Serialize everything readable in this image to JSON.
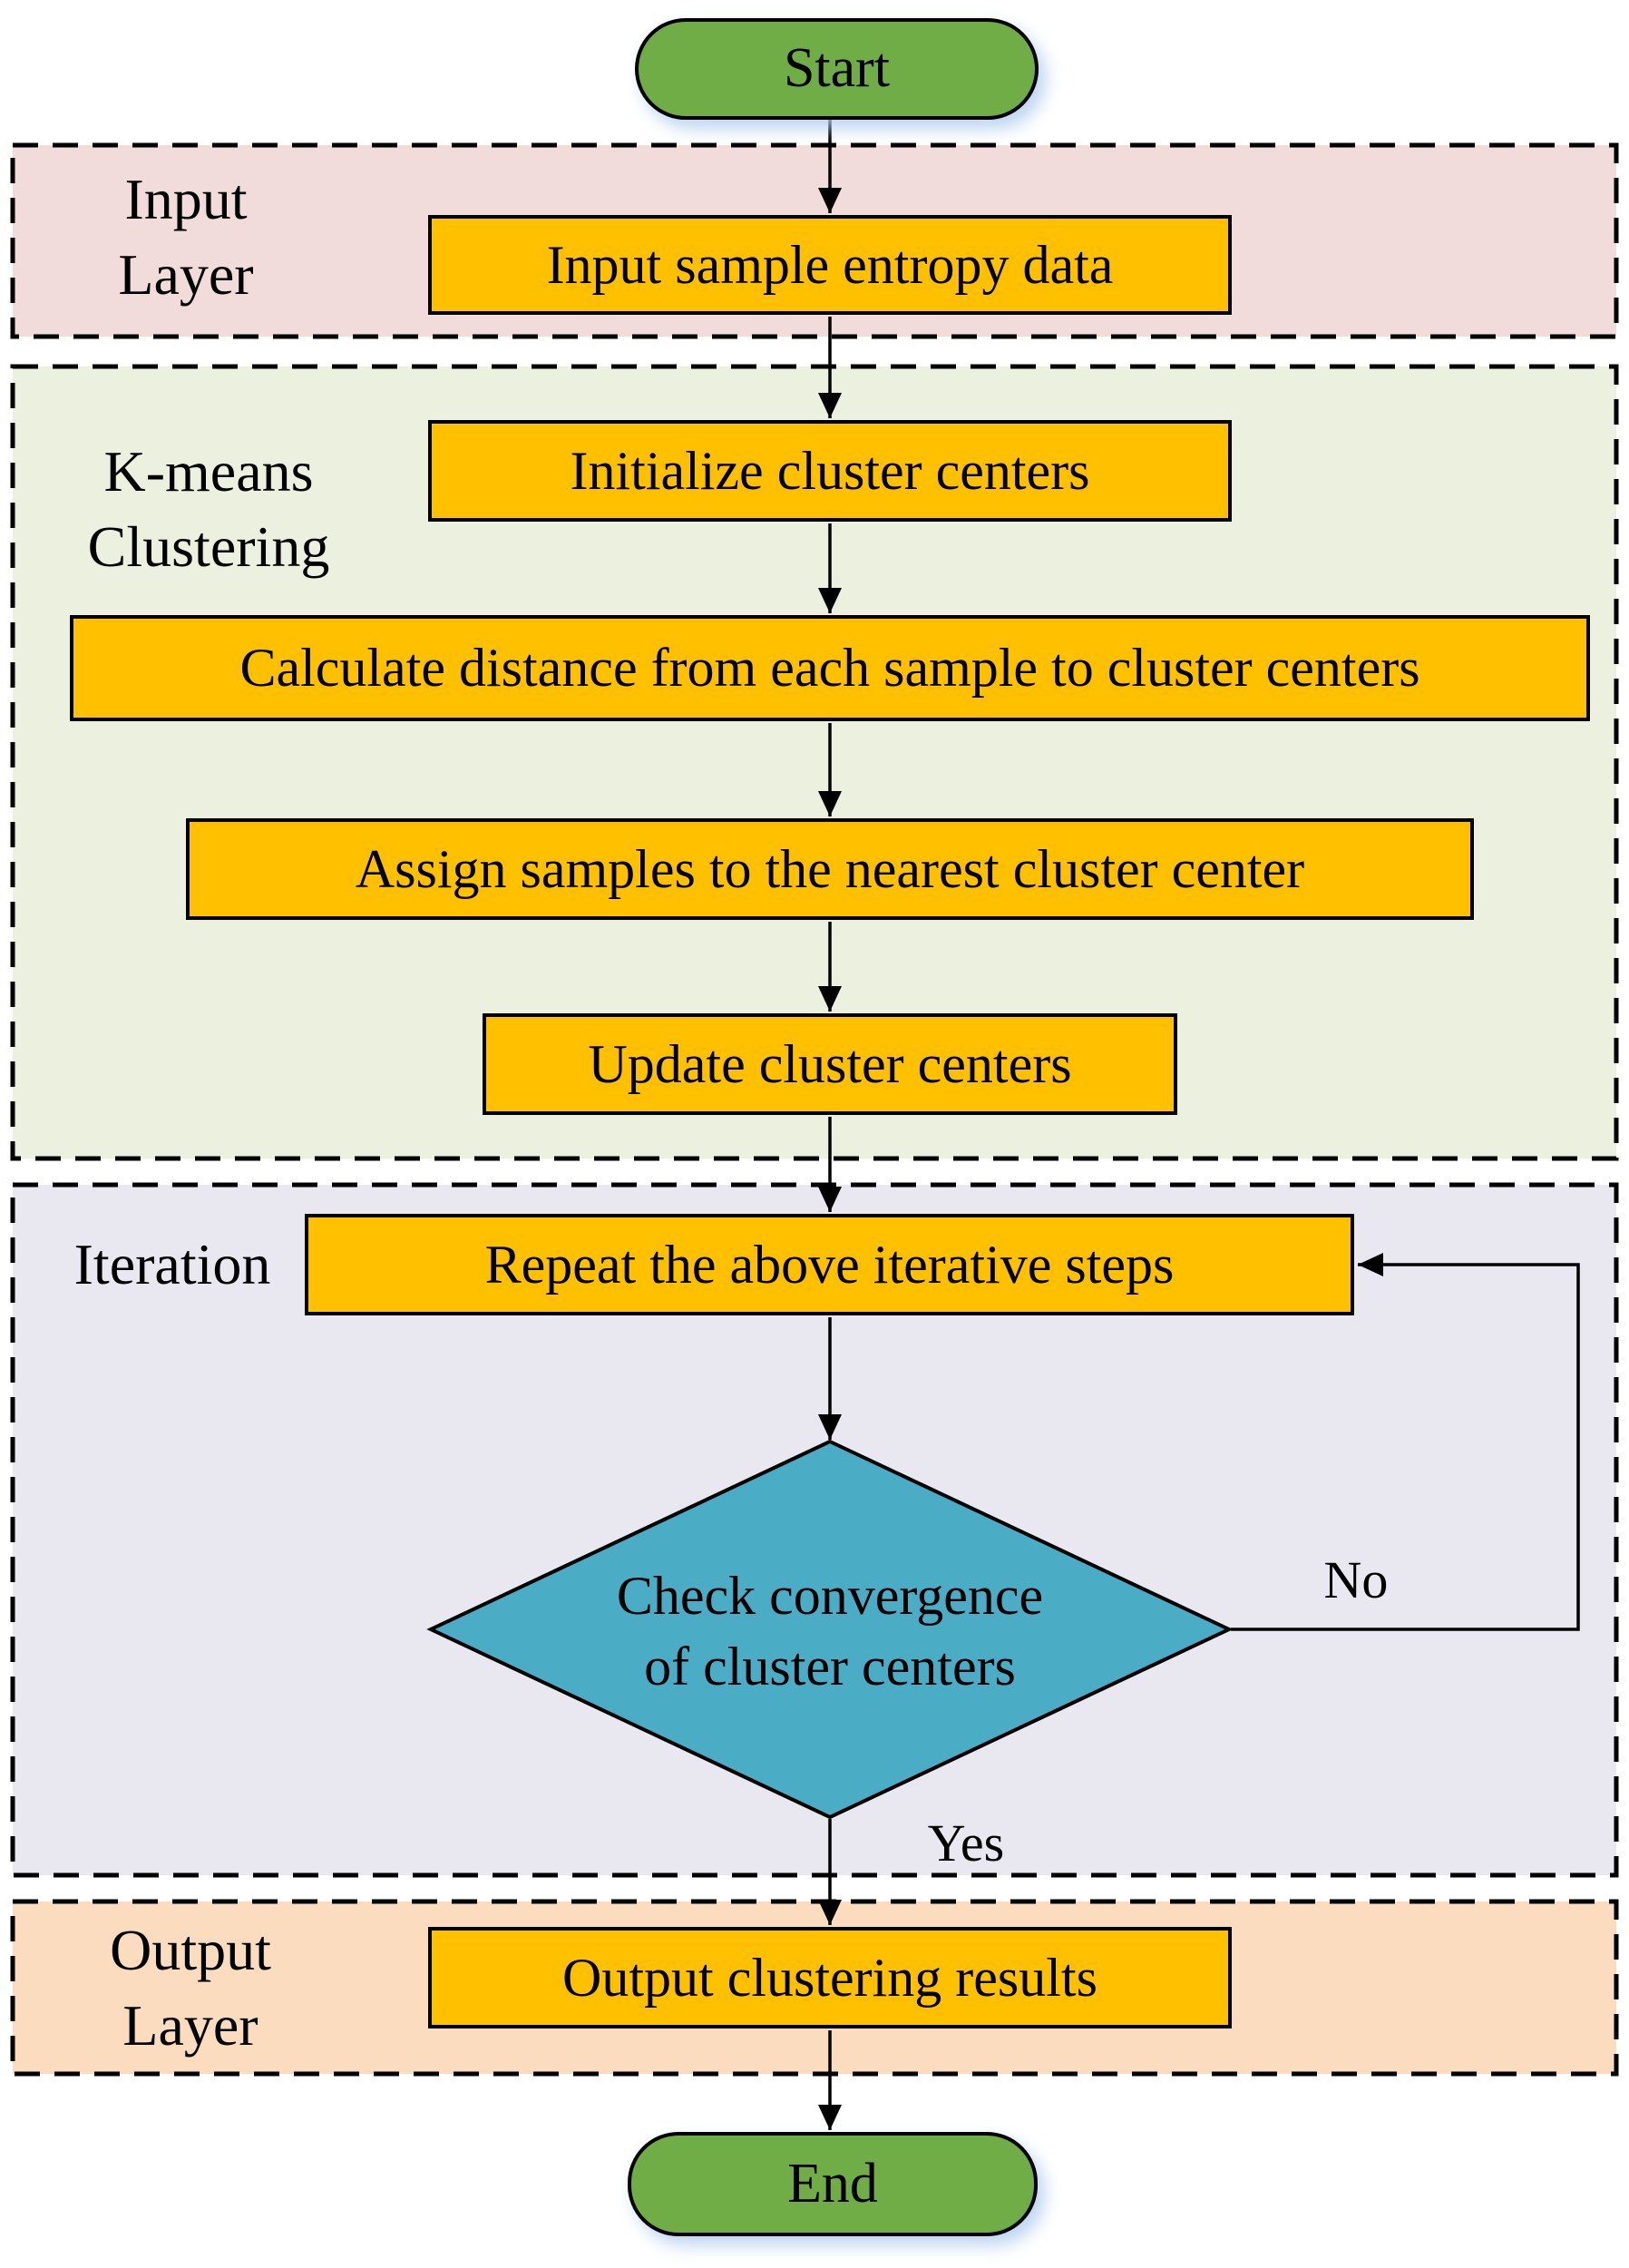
{
  "colors": {
    "process_fill": "#ffc000",
    "terminator_fill": "#70ad47",
    "decision_fill": "#4bacc6",
    "input_section_bg": "#f2dcdb",
    "kmeans_section_bg": "#ebf1de",
    "iteration_section_bg": "#e9e7f0",
    "output_section_bg": "#fbdcbe",
    "line_color": "#000000"
  },
  "sections": {
    "input": {
      "label1": "Input",
      "label2": "Layer"
    },
    "kmeans": {
      "label1": "K-means",
      "label2": "Clustering"
    },
    "iteration": {
      "label1": "Iteration",
      "label2": ""
    },
    "output": {
      "label1": "Output",
      "label2": "Layer"
    }
  },
  "nodes": {
    "start": "Start",
    "input_data": "Input sample entropy data",
    "initialize": "Initialize cluster centers",
    "calculate": "Calculate distance from each sample to cluster centers",
    "assign": "Assign samples to the nearest cluster center",
    "update": "Update cluster centers",
    "repeat": "Repeat the above iterative steps",
    "check_line1": "Check convergence",
    "check_line2": "of cluster centers",
    "output_results": "Output clustering results",
    "end": "End"
  },
  "edge_labels": {
    "yes": "Yes",
    "no": "No"
  }
}
